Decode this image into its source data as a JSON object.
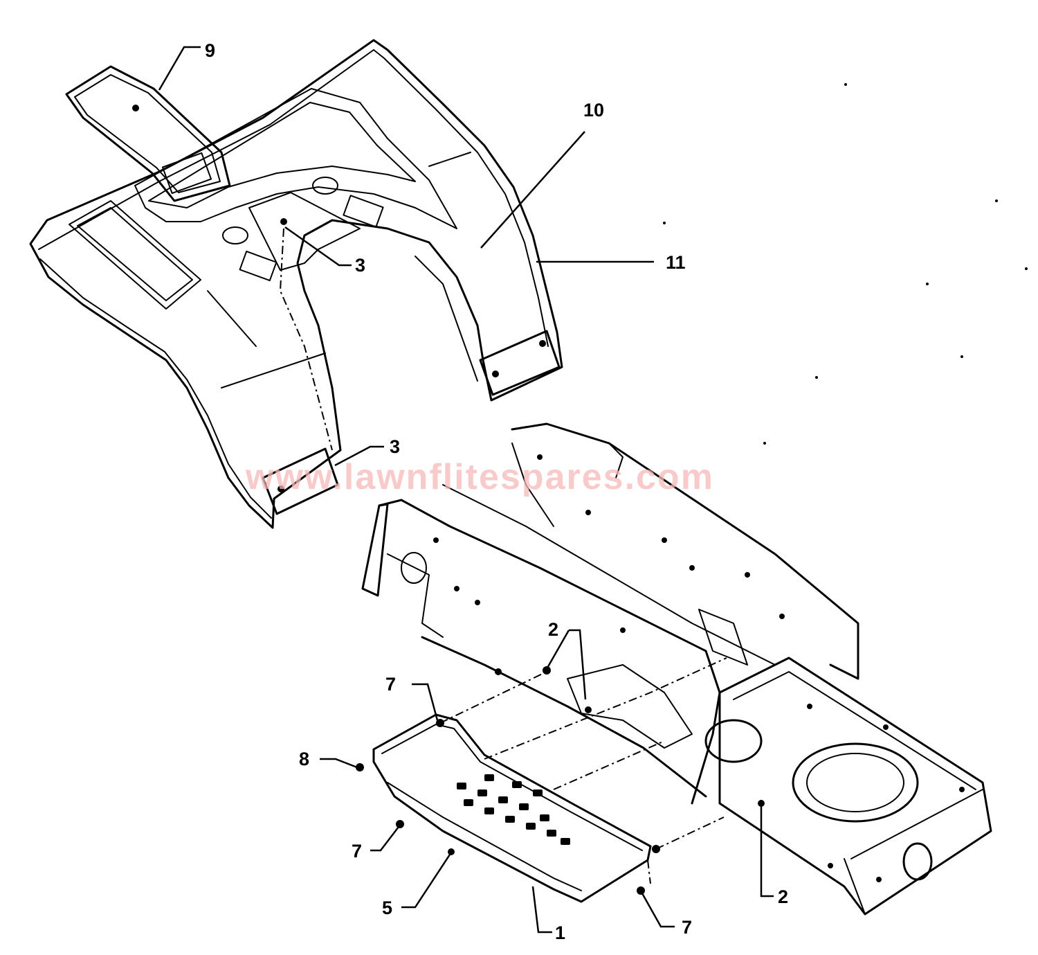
{
  "watermark": "www.lawnflitespares.com",
  "callouts": [
    "9",
    "10",
    "11",
    "3",
    "3",
    "2",
    "7",
    "8",
    "7",
    "5",
    "1",
    "7",
    "2"
  ]
}
